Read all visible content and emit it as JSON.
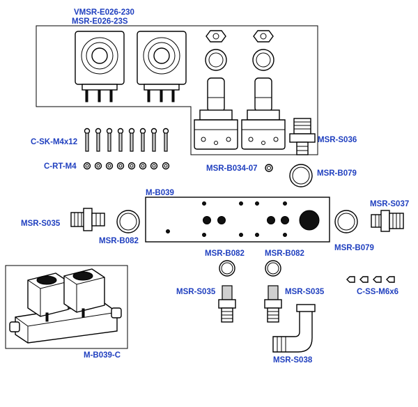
{
  "labels": {
    "coil_a": "VMSR-E026-230",
    "coil_b": "MSR-E026-23S",
    "screw": "C-SK-M4x12",
    "washer": "C-RT-M4",
    "oring_small": "MSR-B034-07",
    "block": "M-B039",
    "fitting_s036": "MSR-S036",
    "seal_b079_top": "MSR-B079",
    "fitting_s037": "MSR-S037",
    "fitting_s035_left": "MSR-S035",
    "seal_b082_left": "MSR-B082",
    "seal_b079_right": "MSR-B079",
    "seal_b082_a": "MSR-B082",
    "seal_b082_b": "MSR-B082",
    "fitting_s035_a": "MSR-S035",
    "fitting_s035_b": "MSR-S035",
    "set_screw": "C-SS-M6x6",
    "assembly": "M-B039-C",
    "elbow": "MSR-S038"
  },
  "colors": {
    "label": "#1f3fbf",
    "line": "#000000"
  }
}
